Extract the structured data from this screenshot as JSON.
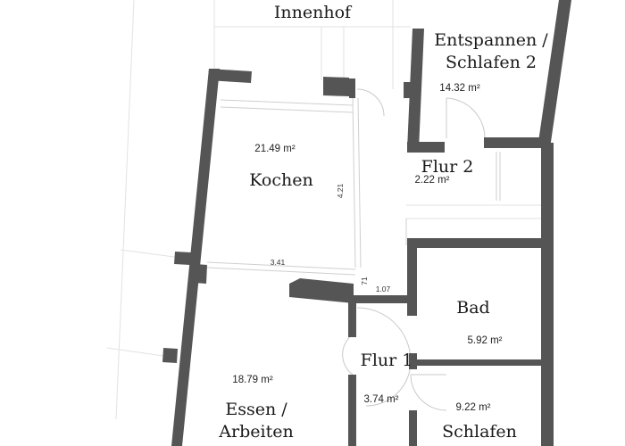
{
  "rooms": {
    "innenhof": {
      "name": "Innenhof"
    },
    "entspannen": {
      "name_line1": "Entspannen /",
      "name_line2": "Schlafen 2",
      "area": "14.32 m²"
    },
    "kochen": {
      "name": "Kochen",
      "area": "21.49 m²"
    },
    "flur2": {
      "name": "Flur 2",
      "area": "2.22 m²"
    },
    "bad": {
      "name": "Bad",
      "area": "5.92 m²"
    },
    "flur1": {
      "name": "Flur 1",
      "area": "3.74 m²"
    },
    "essen": {
      "name_line1": "Essen /",
      "name_line2": "Arbeiten",
      "area": "18.79 m²"
    },
    "schlafen": {
      "name": "Schlafen",
      "area": "9.22 m²"
    }
  },
  "dimensions": {
    "kochen_height": "4.21",
    "kochen_width": "3.41",
    "passage_width": "1.07",
    "wall_gap": "71"
  },
  "colors": {
    "wall": "#555555",
    "background": "#ffffff"
  }
}
